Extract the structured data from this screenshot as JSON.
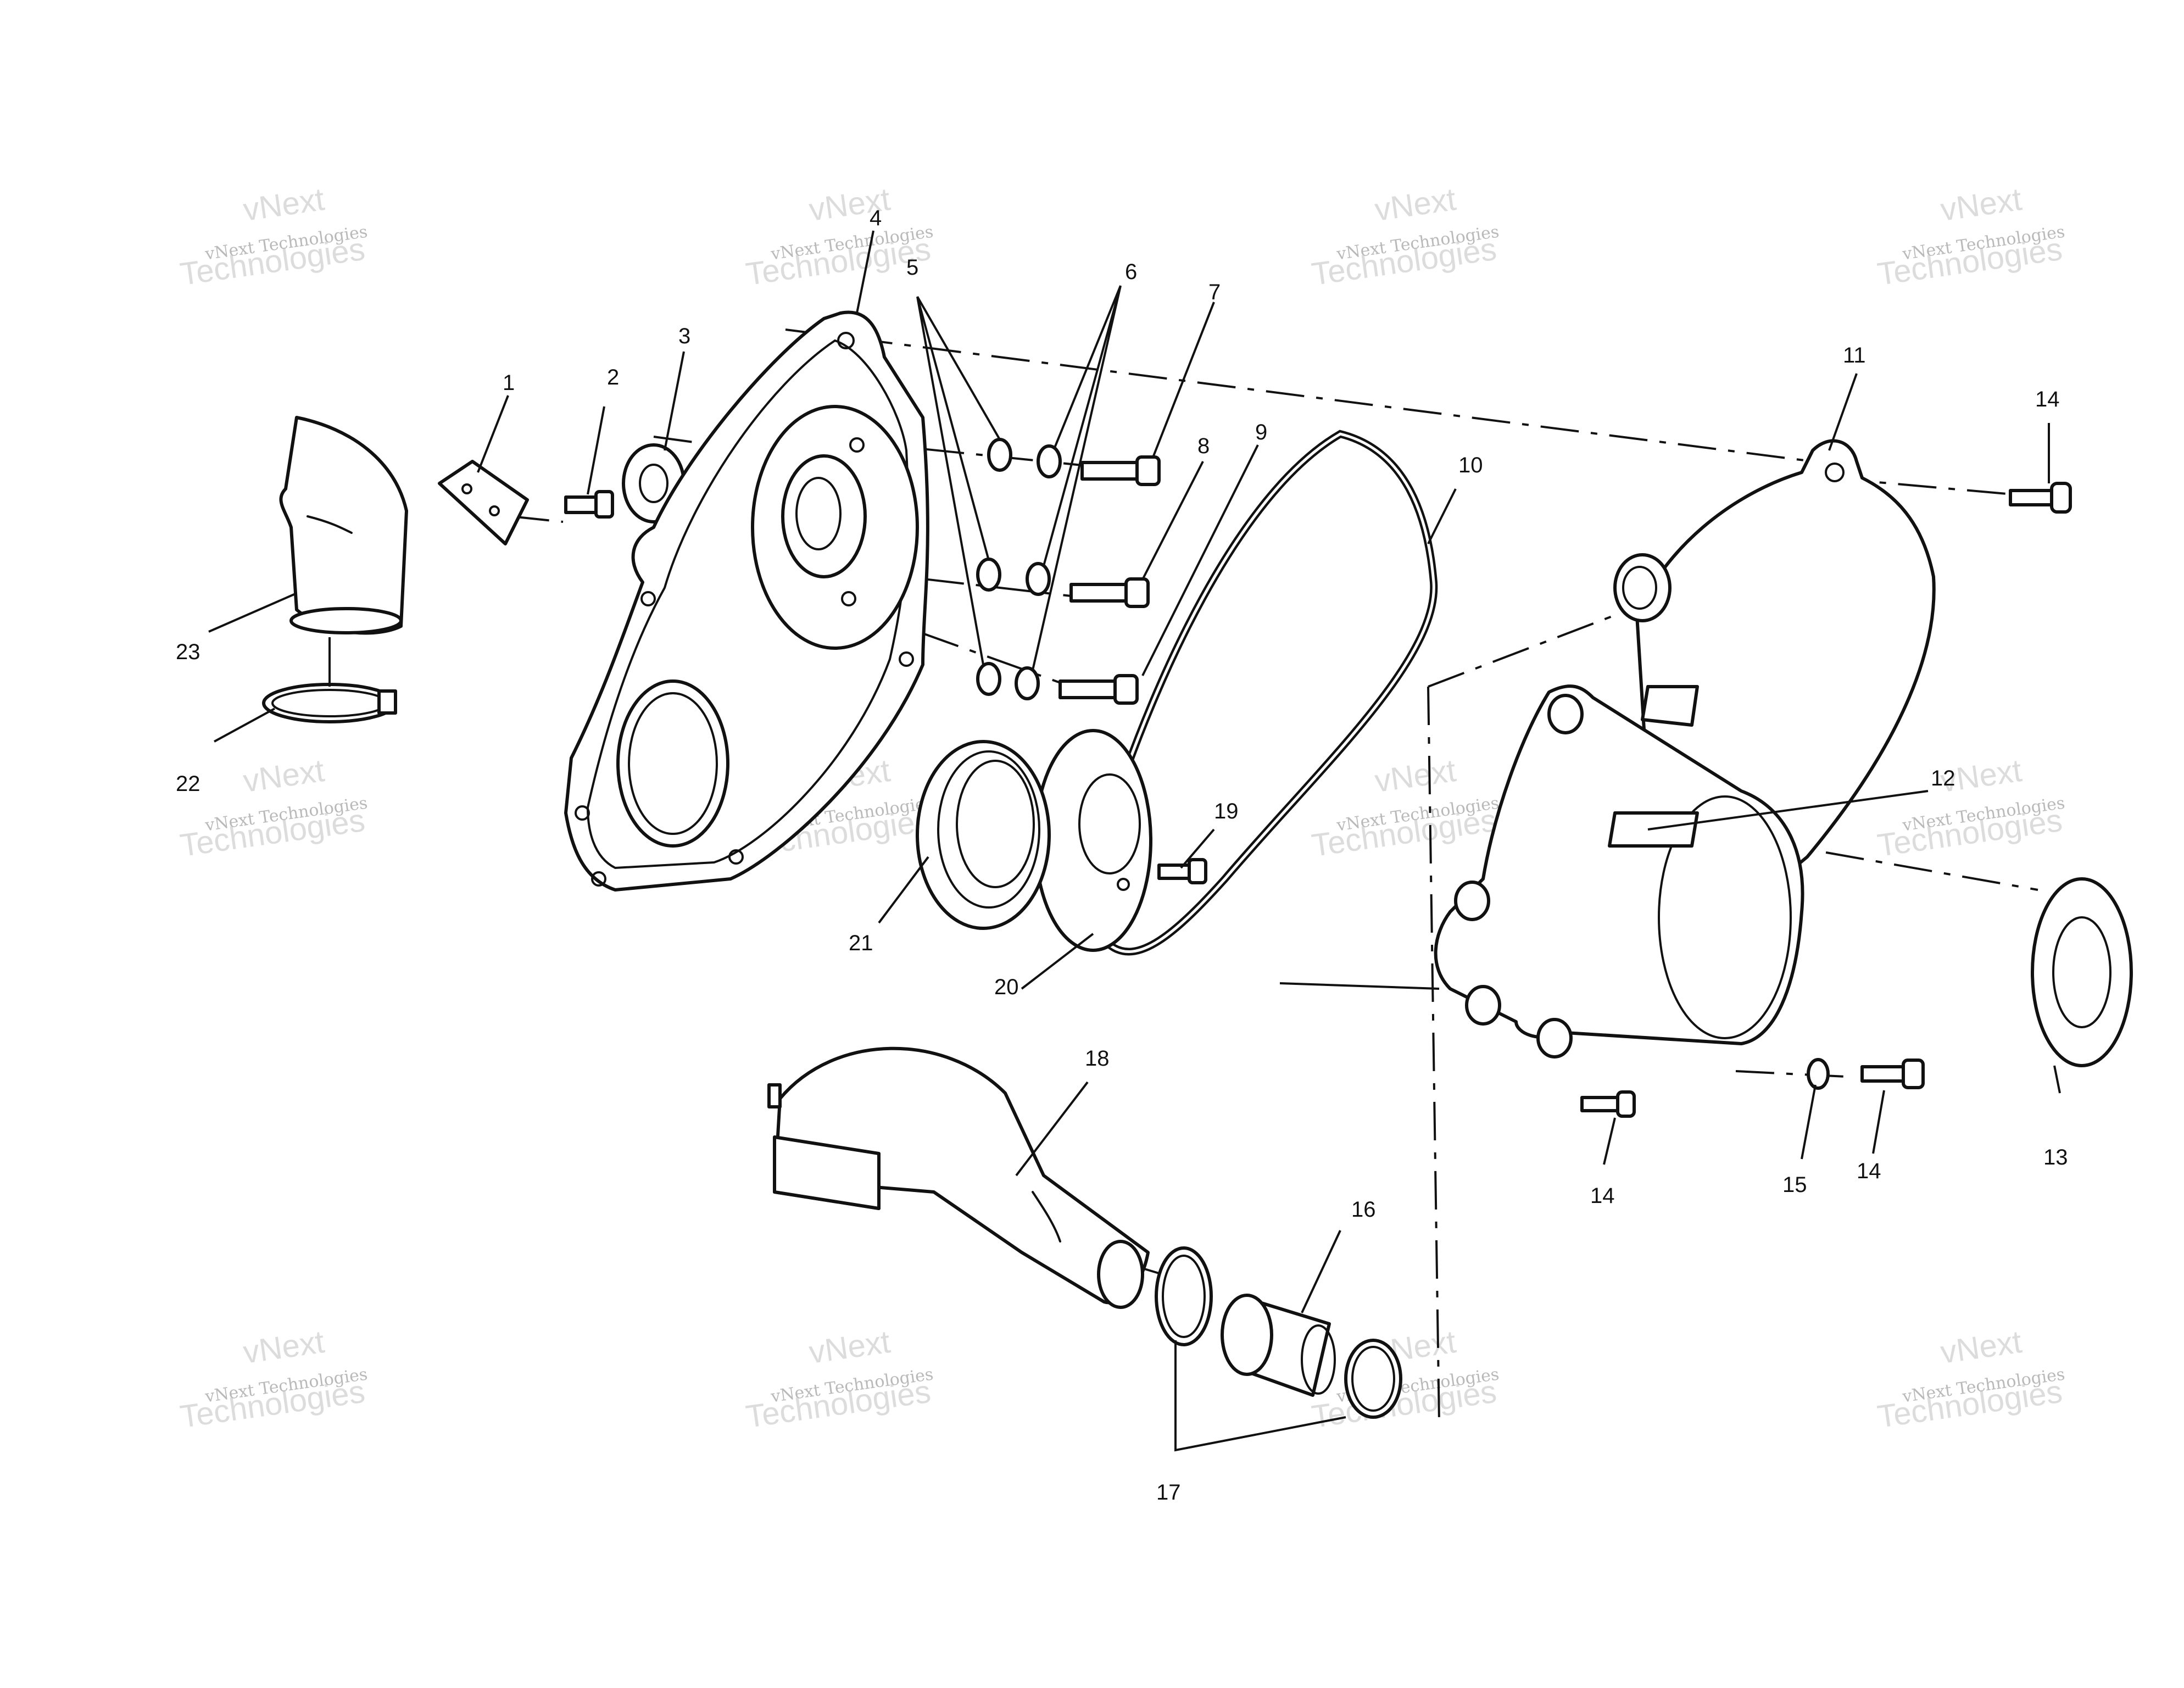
{
  "callouts": {
    "c1": "1",
    "c2": "2",
    "c3": "3",
    "c4": "4",
    "c5": "5",
    "c6": "6",
    "c7": "7",
    "c8": "8",
    "c9": "9",
    "c10": "10",
    "c11": "11",
    "c12": "12",
    "c13": "13",
    "c14a": "14",
    "c14b": "14",
    "c14c": "14",
    "c15": "15",
    "c16": "16",
    "c17": "17",
    "c18": "18",
    "c19": "19",
    "c20": "20",
    "c21": "21",
    "c22": "22",
    "c23": "23"
  },
  "watermark": {
    "line1": "vNext Technologies",
    "line2": "Technologies",
    "line3": "vNext"
  }
}
